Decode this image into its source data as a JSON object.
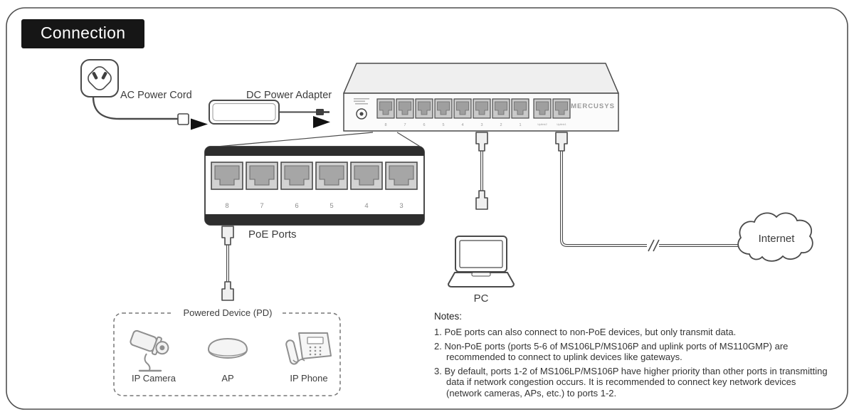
{
  "header": {
    "title": "Connection"
  },
  "power": {
    "ac_cord_label": "AC Power Cord",
    "dc_adapter_label": "DC Power Adapter"
  },
  "switch": {
    "brand": "MERCUSYS",
    "port_labels": [
      "8",
      "7",
      "6",
      "5",
      "4",
      "3",
      "2",
      "1"
    ],
    "uplink_labels": [
      "Uplink2",
      "Uplink1"
    ]
  },
  "poe": {
    "panel_label": "PoE Ports",
    "port_numbers": [
      "8",
      "7",
      "6",
      "5",
      "4",
      "3"
    ]
  },
  "pd": {
    "box_label": "Powered Device (PD)",
    "devices": [
      {
        "label": "IP Camera"
      },
      {
        "label": "AP"
      },
      {
        "label": "IP Phone"
      }
    ]
  },
  "pc": {
    "label": "PC"
  },
  "internet": {
    "label": "Internet"
  },
  "notes": {
    "heading": "Notes:",
    "items": [
      "1. PoE ports can also connect to non-PoE devices, but only transmit data.",
      "2. Non-PoE ports (ports 5-6 of MS106LP/MS106P and uplink ports of MS110GMP) are recommended to connect to uplink devices like gateways.",
      "3. By default, ports 1-2 of MS106LP/MS106P have higher priority than other ports in transmitting data if network congestion occurs. It is recommended to connect key network devices (network cameras, APs, etc.) to ports 1-2."
    ]
  },
  "colors": {
    "line": "#4a4a4a",
    "badge_bg": "#161616",
    "badge_text": "#ffffff",
    "port_fill": "#c9c9c9",
    "panel_band": "#2e2e2e",
    "icon_gray": "#8f8f8f"
  }
}
